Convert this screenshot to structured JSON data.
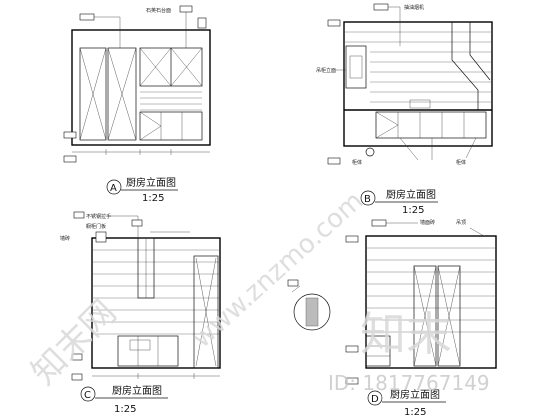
{
  "views": [
    {
      "letter": "A",
      "title": "厨房立面图",
      "scale": "1:25"
    },
    {
      "letter": "B",
      "title": "厨房立面图",
      "scale": "1:25"
    },
    {
      "letter": "C",
      "title": "厨房立面图",
      "scale": "1:25"
    },
    {
      "letter": "D",
      "title": "厨房立面图",
      "scale": "1:25"
    }
  ],
  "annotations": {
    "a_top": "石英石台面",
    "b_side": "吊柜立面",
    "b_hood": "抽油烟机",
    "b_bottom": "柜体",
    "c_left": "不锈钢拉手",
    "c_left2": "橱柜门板",
    "c_left3": "墙砖",
    "d_top": "墙面砖",
    "d_top2": "吊顶"
  },
  "watermark": {
    "brand": "知末网",
    "url": "www.znzmo.com",
    "logo_text": "知末",
    "id_label": "ID: 1817767149"
  }
}
